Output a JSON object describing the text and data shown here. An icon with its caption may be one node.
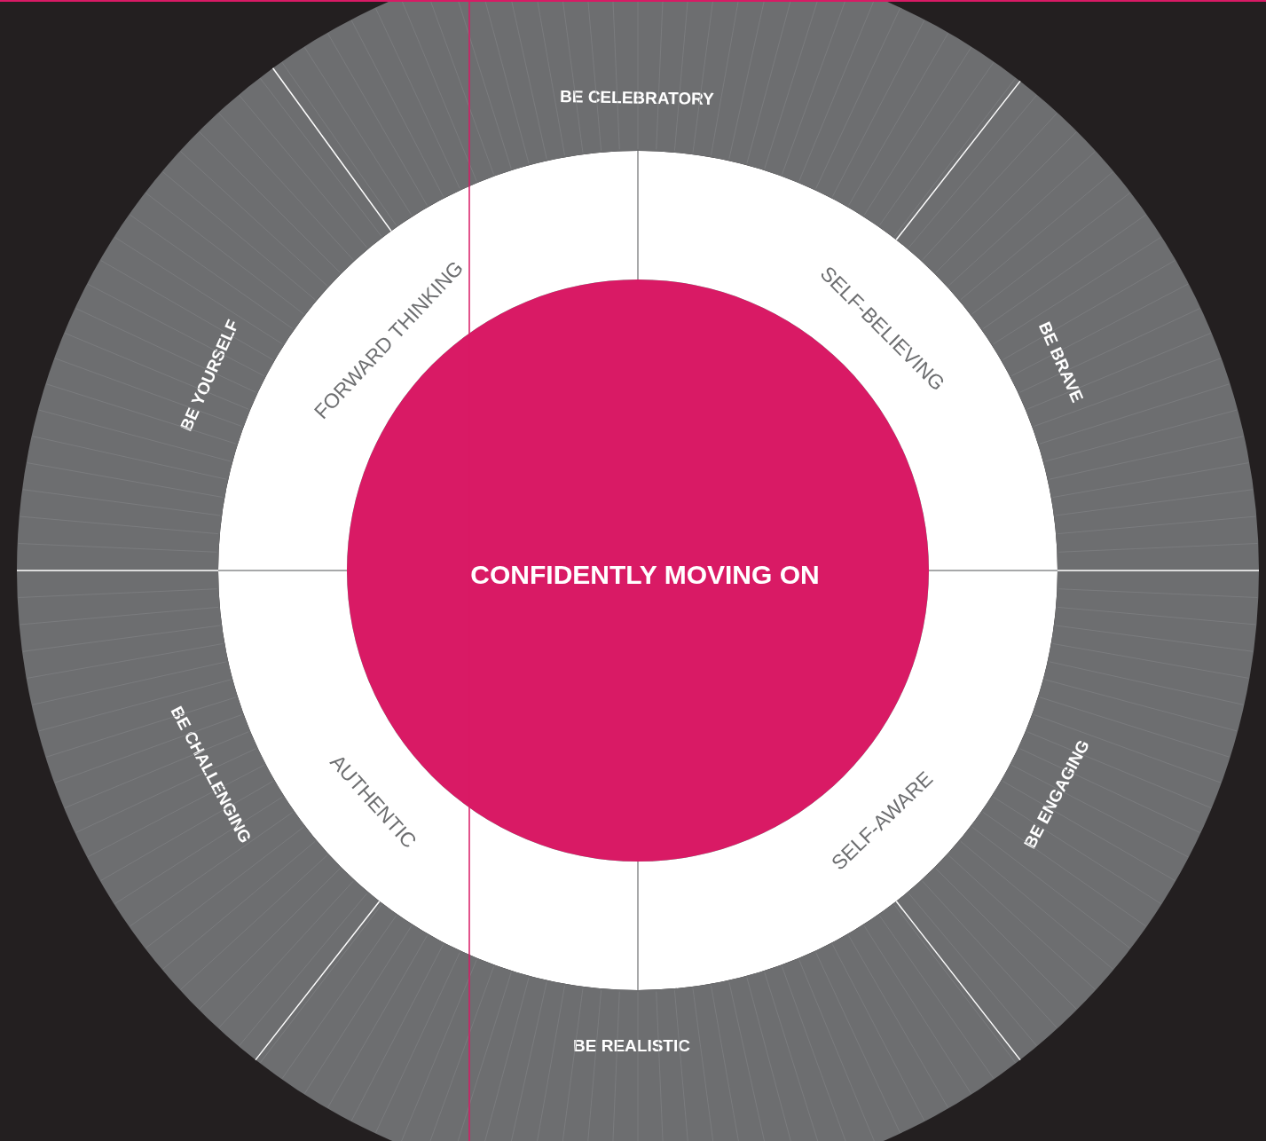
{
  "diagram": {
    "nodes": [
      {
        "text": [
          "CONFIDENTLY MOVING ON"
        ]
      },
      {
        "text": [
          "FORWARD THINKING"
        ]
      },
      {
        "text": [
          "SELF-BELIEVING"
        ]
      },
      {
        "text": [
          "AUTHENTIC"
        ]
      },
      {
        "text": [
          "SELF-AWARE"
        ]
      },
      {
        "text": [
          "BE CELEBRATORY"
        ]
      },
      {
        "text": [
          "BE YOURSELF"
        ]
      },
      {
        "text": [
          "BE BRAVE"
        ]
      },
      {
        "text": [
          "BE CHALLENGING"
        ]
      },
      {
        "text": [
          "BE ENGAGING"
        ]
      },
      {
        "text": [
          "BE REALISTIC"
        ]
      }
    ]
  }
}
